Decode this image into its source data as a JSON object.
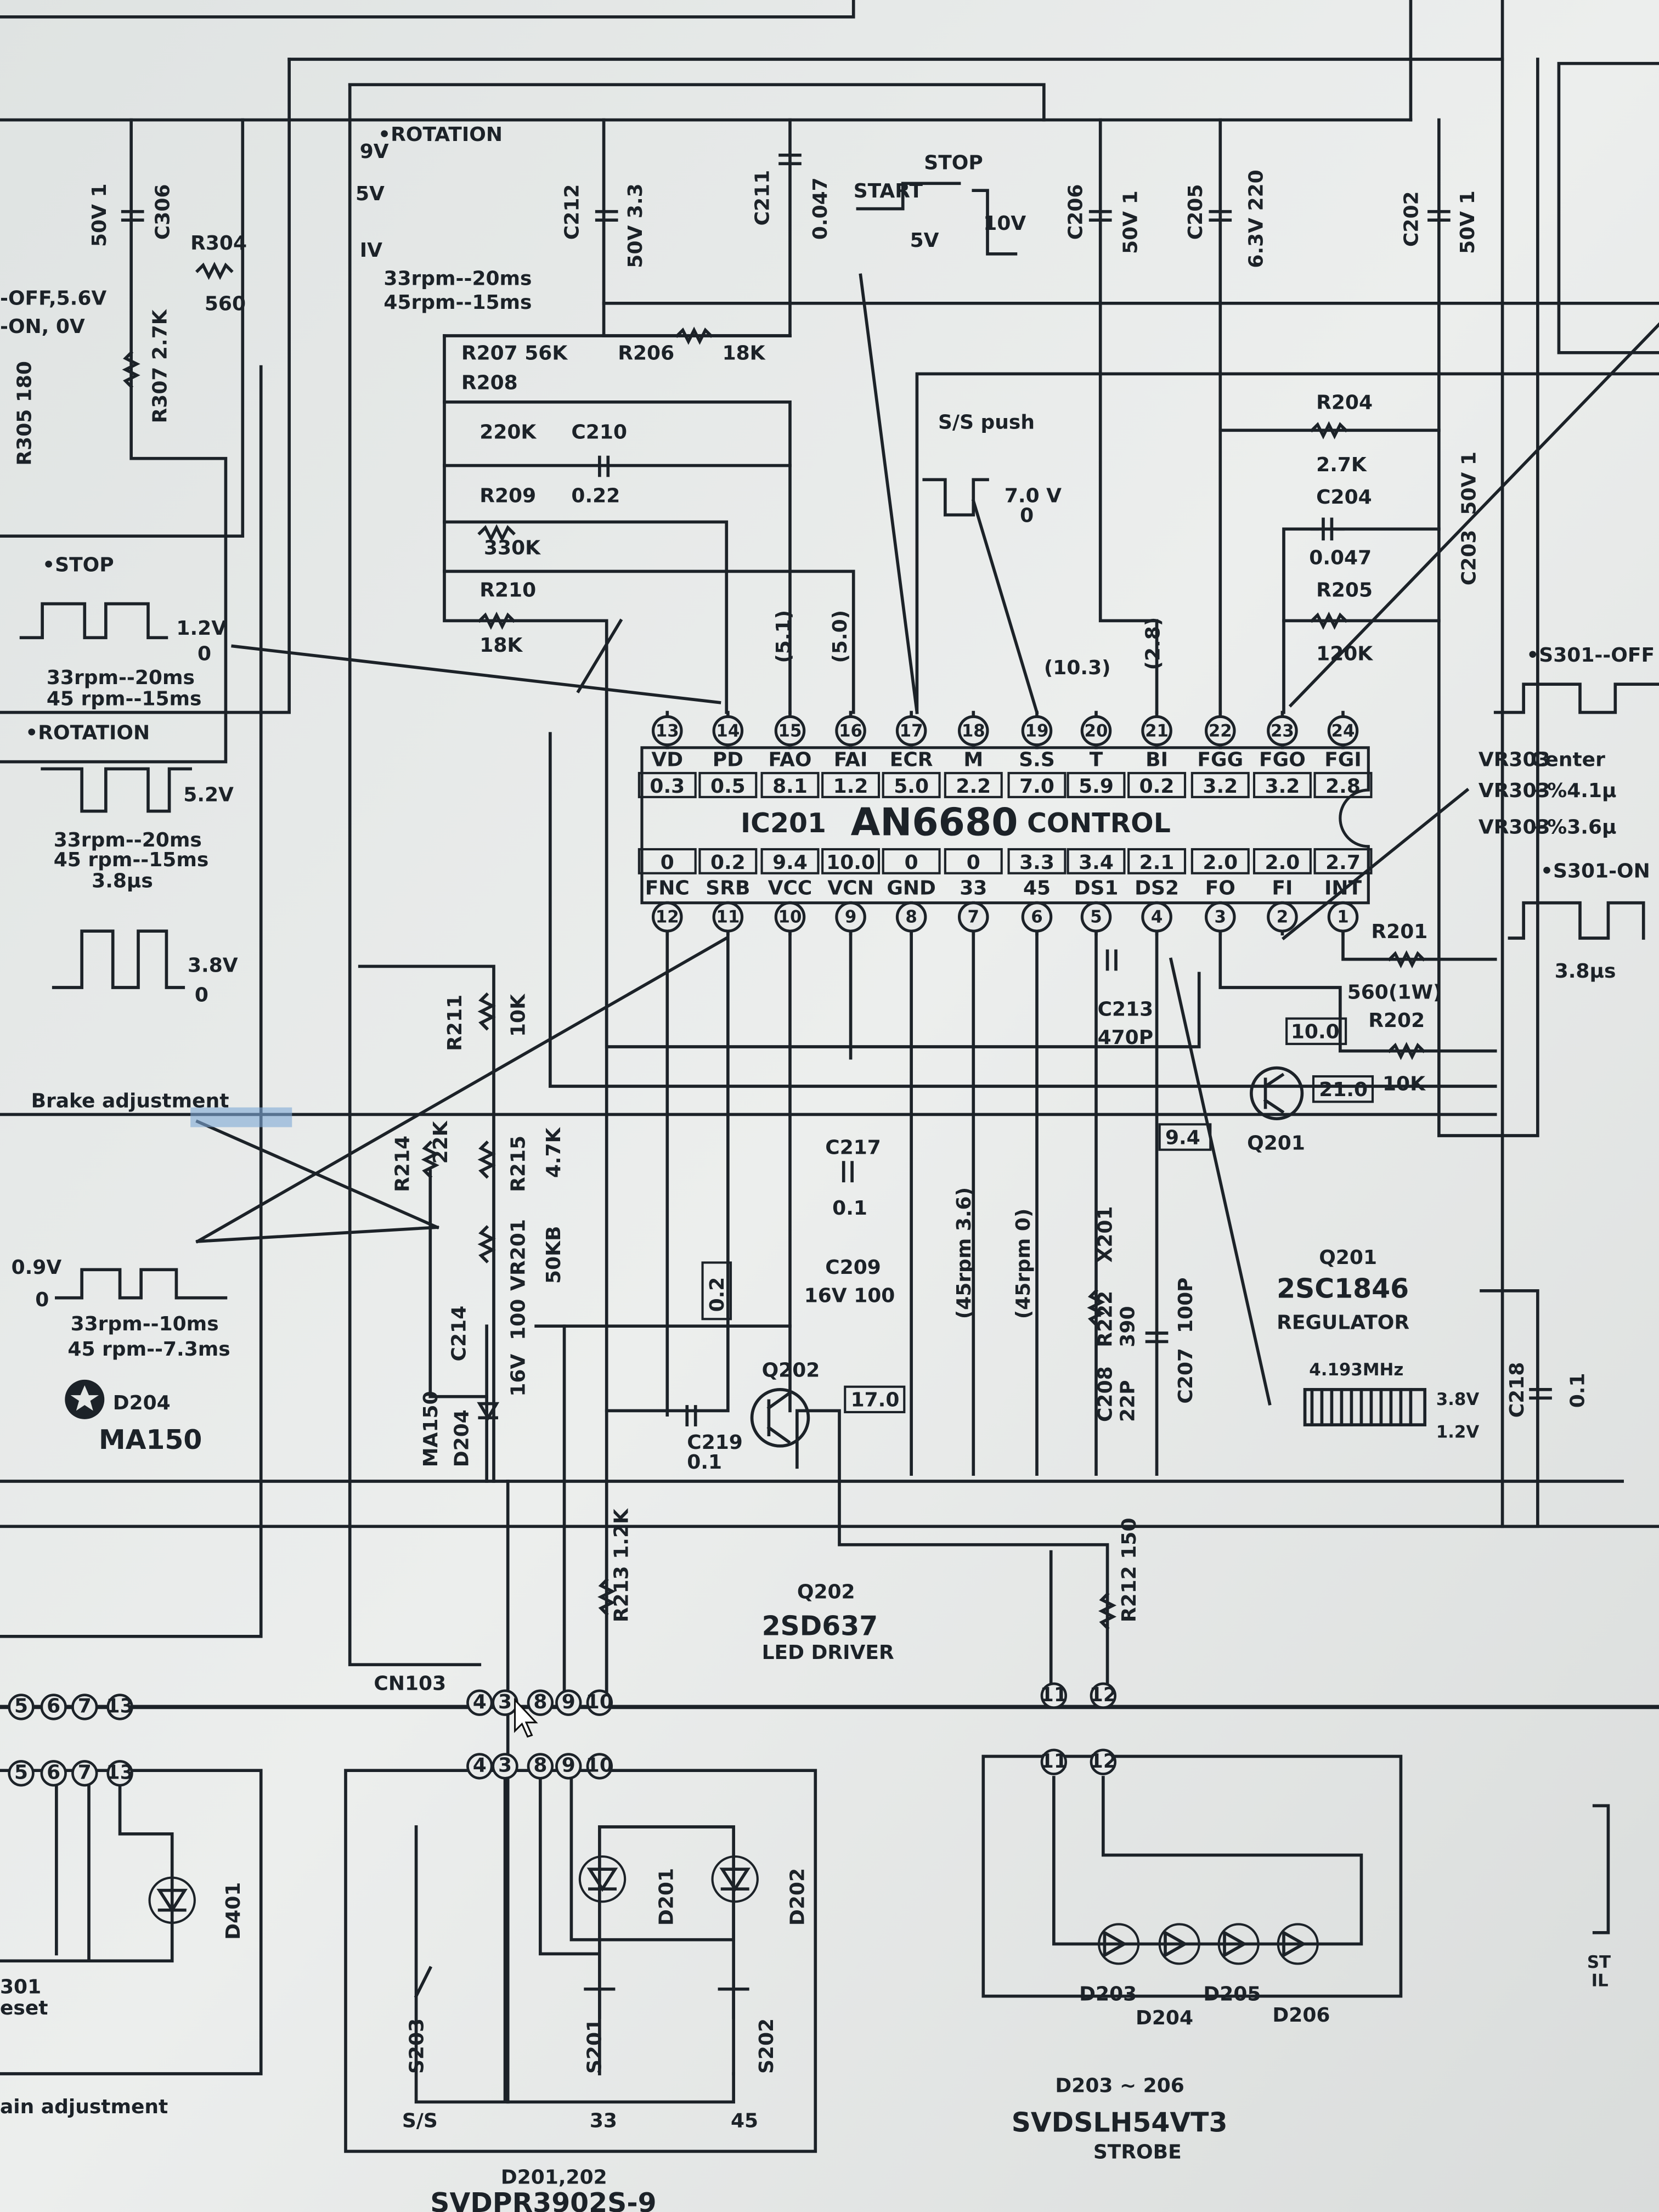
{
  "ic": {
    "ref": "IC201",
    "part": "AN6680",
    "role": "CONTROL",
    "top_pins": [
      {
        "num": "13",
        "name": "VD",
        "voltage": "0.3"
      },
      {
        "num": "14",
        "name": "PD",
        "voltage": "0.5"
      },
      {
        "num": "15",
        "name": "FAO",
        "voltage": "8.1"
      },
      {
        "num": "16",
        "name": "FAI",
        "voltage": "1.2"
      },
      {
        "num": "17",
        "name": "ECR",
        "voltage": "5.0"
      },
      {
        "num": "18",
        "name": "M",
        "voltage": "2.2"
      },
      {
        "num": "19",
        "name": "S.S",
        "voltage": "7.0"
      },
      {
        "num": "20",
        "name": "T",
        "voltage": "5.9"
      },
      {
        "num": "21",
        "name": "BI",
        "voltage": "0.2"
      },
      {
        "num": "22",
        "name": "FGG",
        "voltage": "3.2"
      },
      {
        "num": "23",
        "name": "FGO",
        "voltage": "3.2"
      },
      {
        "num": "24",
        "name": "FGI",
        "voltage": "2.8"
      }
    ],
    "bottom_pins": [
      {
        "num": "12",
        "name": "FNC",
        "voltage": "0"
      },
      {
        "num": "11",
        "name": "SRB",
        "voltage": "0.2"
      },
      {
        "num": "10",
        "name": "VCC",
        "voltage": "9.4"
      },
      {
        "num": "9",
        "name": "VCN",
        "voltage": "10.0"
      },
      {
        "num": "8",
        "name": "GND",
        "voltage": "0"
      },
      {
        "num": "7",
        "name": "33",
        "voltage": "0"
      },
      {
        "num": "6",
        "name": "45",
        "voltage": "3.3"
      },
      {
        "num": "5",
        "name": "DS1",
        "voltage": "3.4"
      },
      {
        "num": "4",
        "name": "DS2",
        "voltage": "2.1"
      },
      {
        "num": "3",
        "name": "FO",
        "voltage": "2.0"
      },
      {
        "num": "2",
        "name": "FI",
        "voltage": "2.0"
      },
      {
        "num": "1",
        "name": "INT",
        "voltage": "2.7"
      }
    ]
  },
  "labels": {
    "rotation_top": "•ROTATION",
    "v9": "9V",
    "v5": "5V",
    "v1": "IV",
    "rot_33": "33rpm--20ms",
    "rot_45": "45rpm--15ms",
    "c306": "C306",
    "c306_val": "50V 1",
    "r304": "R304",
    "r304_val": "560",
    "off_v": "-OFF,5.6V",
    "on_v": "-ON, 0V",
    "r307": "R307 2.7K",
    "r305": "R305 180",
    "c212": "C212",
    "c212_val": "50V 3.3",
    "c211": "C211",
    "c211_val": "0.047",
    "stop": "STOP",
    "start": "START",
    "start_5v": "5V",
    "stop_10v": "10V",
    "c206": "C206",
    "c206_val": "50V 1",
    "c205": "C205",
    "c205_val": "6.3V 220",
    "c202": "C202",
    "c202_val": "50V 1",
    "r207": "R207 56K",
    "r206": "R206",
    "r206_val": "18K",
    "r208": "R208",
    "r208_val": "220K",
    "c210": "C210",
    "r209": "R209",
    "c210_val": "0.22",
    "r209_val": "330K",
    "r210": "R210",
    "r210_val": "18K",
    "v_15": "(5.1)",
    "v_16": "(5.0)",
    "ss_push": "S/S push",
    "ss_7v": "7.0 V",
    "ss_0": "0",
    "v_20": "(10.3)",
    "v_21": "(2.8)",
    "r204": "R204",
    "r204_val": "2.7K",
    "c204": "C204",
    "c204_val": "0.047",
    "r205": "R205",
    "r205_val": "120K",
    "c203_val": "50V 1",
    "c203": "C203",
    "stop_left": "•STOP",
    "stop_12v": "1.2V",
    "stop_0": "0",
    "stop_33": "33rpm--20ms",
    "stop_45": "45 rpm--15ms",
    "rotation_left": "•ROTATION",
    "rot_52v": "5.2V",
    "rotl_33": "33rpm--20ms",
    "rotl_45": "45 rpm--15ms",
    "rot_38us": "3.8µs",
    "rot_38v": "3.8V",
    "rot_0": "0",
    "brake_adj": "Brake adjustment",
    "s301_off": "•S301--OFF",
    "vr303_a": "VR303",
    "vr303_a_val": "Center",
    "vr303_b": "VR303",
    "vr303_b_val": "−%4.1µ",
    "vr303_c": "VR303",
    "vr303_c_val": "+%3.6µ",
    "s301_on": "•S301-ON",
    "s301_38us": "3.8µs",
    "r201": "R201",
    "r201_val": "560(1W)",
    "r202": "R202",
    "box_100": "10.0",
    "box_210": "21.0",
    "r202_val": "10K",
    "box_94": "9.4",
    "q201": "Q201",
    "c213": "C213",
    "c213_val": "470P",
    "r211": "R211",
    "r211_val": "10K",
    "r214": "R214",
    "r214_val": "22K",
    "r215": "R215",
    "r215_val": "4.7K",
    "vr201": "VR201",
    "vr201_val": "50KB",
    "c214": "C214",
    "c214_val": "100",
    "c214_v": "16V",
    "ma150": "MA150",
    "d204": "D204",
    "box_02": "0.2",
    "c217": "C217",
    "c217_val": "0.1",
    "c209": "C209",
    "c209_val": "16V 100",
    "p7_note": "(45rpm 3.6)",
    "p6_note": "(45rpm 0)",
    "c208": "C208",
    "r222": "R222",
    "x201": "X201",
    "c208_val": "22P",
    "r222_val": "390",
    "c207": "C207",
    "c207_val": "100P",
    "q201_ref": "Q201",
    "q201_part": "2SC1846",
    "q201_role": "REGULATOR",
    "xtal": "4.193MHz",
    "xtal_38v": "3.8V",
    "xtal_12v": "1.2V",
    "c218": "C218",
    "c218_val": "0.1",
    "brk_09v": "0.9V",
    "brk_0": "0",
    "brk_33": "33rpm--10ms",
    "brk_45": "45 rpm--7.3ms",
    "d204_ref": "D204",
    "d204_part": "MA150",
    "q202": "Q202",
    "box_170": "17.0",
    "c219": "C219",
    "c219_val": "0.1",
    "r213": "R213 1.2K",
    "q202_ref": "Q202",
    "q202_part": "2SD637",
    "q202_role": "LED DRIVER",
    "r212": "R212 150",
    "cn103": "CN103",
    "d201": "D201",
    "d202": "D202",
    "d401": "D401",
    "s203": "S203",
    "s201": "S201",
    "s202": "S202",
    "sw_ss": "S/S",
    "sw_33": "33",
    "sw_45": "45",
    "d201_202": "D201,202",
    "d201_202_part": "SVDPR3902S-9",
    "d203": "D203",
    "d204b": "D204",
    "d205": "D205",
    "d206": "D206",
    "d203_206": "D203 ~ 206",
    "d203_206_part": "SVDSLH54VT3",
    "strobe": "STROBE",
    "s301_cut": "301",
    "reset_cut": "eset",
    "main_adj": "ain adjustment",
    "st": "ST",
    "il": "IL"
  },
  "connectors": {
    "cn103_top": [
      "4",
      "3",
      "8",
      "9",
      "10"
    ],
    "cn103_bottom": [
      "4",
      "3",
      "8",
      "9",
      "10"
    ],
    "right_top": [
      "11",
      "12"
    ],
    "right_bottom": [
      "11",
      "12"
    ],
    "left_top": [
      "5",
      "6",
      "7",
      "13"
    ],
    "left_bottom": [
      "5",
      "6",
      "7",
      "13"
    ]
  }
}
